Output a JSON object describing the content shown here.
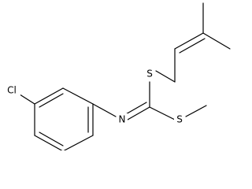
{
  "molecule": {
    "atoms": {
      "chlorine": "Cl",
      "imine_nitrogen": "N",
      "sulfur_allyl": "S",
      "sulfur_methyl": "S"
    },
    "colors": {
      "bond": "#000000",
      "label": "#000000",
      "background": "#ffffff"
    }
  }
}
